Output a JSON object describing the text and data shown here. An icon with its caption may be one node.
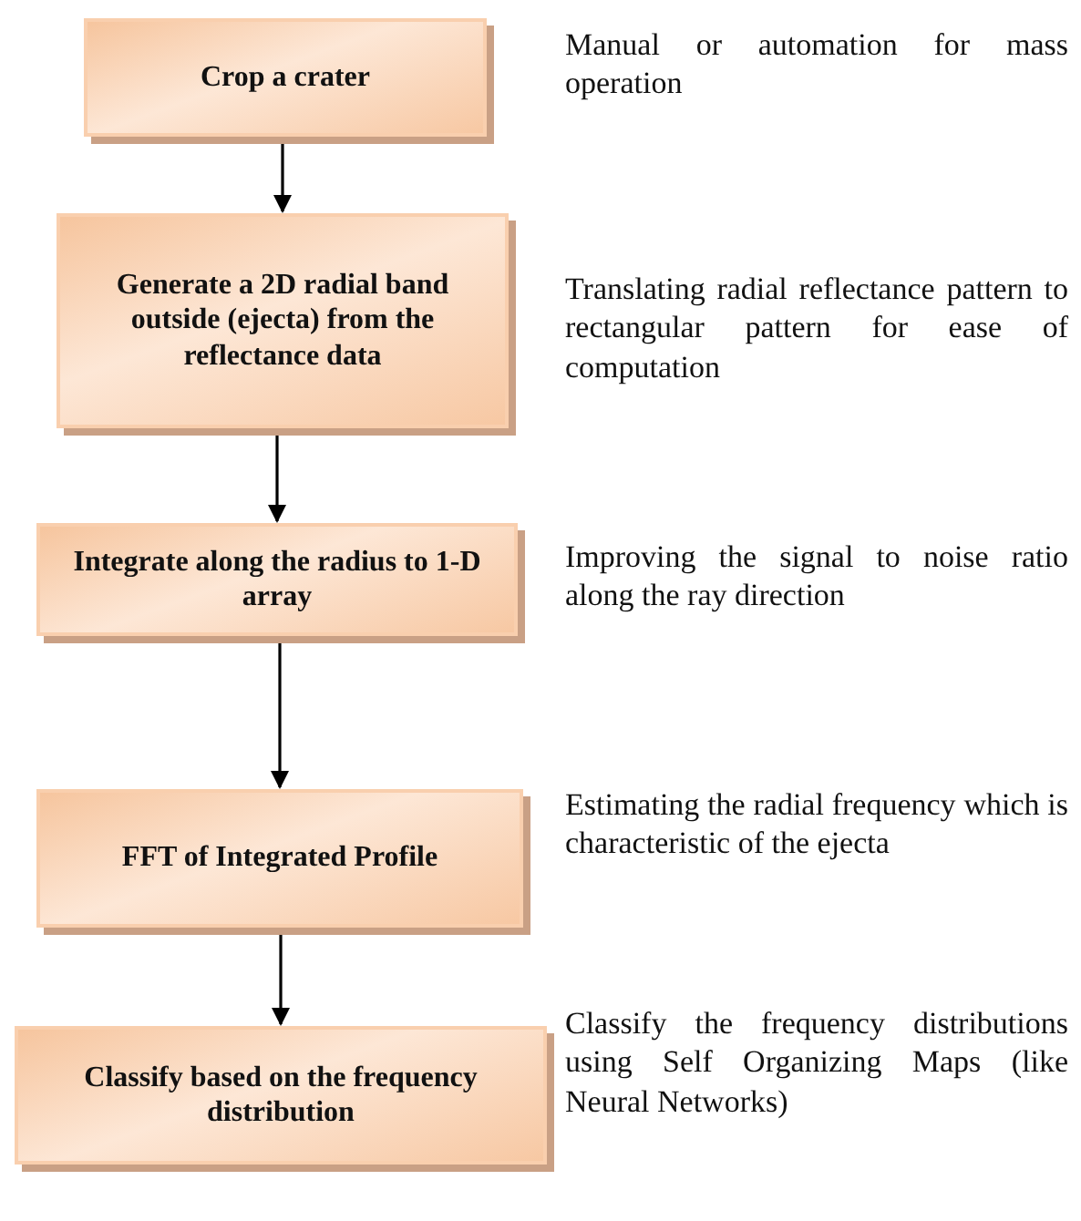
{
  "diagram": {
    "nodes": [
      {
        "text": [
          "Crop a crater"
        ],
        "beside": [
          "Manual or automation for mass operation"
        ]
      },
      {
        "text": [
          "Generate a 2D radial band outside (ejecta) from the reflectance data"
        ],
        "beside": [
          "Translating radial reflectance pattern to rectangular pattern for ease of computation"
        ]
      },
      {
        "text": [
          "Integrate along the radius to 1-D array"
        ],
        "beside": [
          "Improving the signal to noise ratio along the ray direction"
        ]
      },
      {
        "text": [
          "FFT of Integrated Profile"
        ],
        "beside": [
          "Estimating the radial frequency which is characteristic of the ejecta"
        ]
      },
      {
        "text": [
          "Classify based on the frequency distribution"
        ],
        "beside": [
          "Classify the frequency distributions using Self Organizing Maps (like Neural Networks)"
        ]
      }
    ],
    "edges": [
      {
        "from": 0,
        "to": 1,
        "arrow": "to"
      },
      {
        "from": 1,
        "to": 2,
        "arrow": "to"
      },
      {
        "from": 2,
        "to": 3,
        "arrow": "to"
      },
      {
        "from": 3,
        "to": 4,
        "arrow": "to"
      }
    ]
  }
}
